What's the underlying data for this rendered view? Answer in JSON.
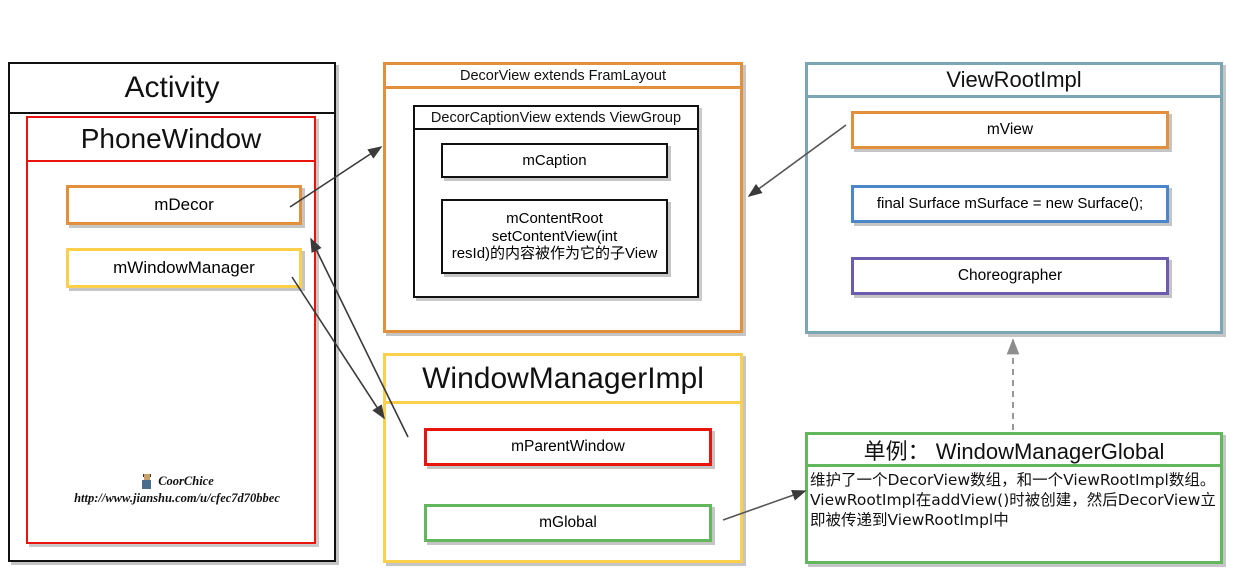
{
  "diagram": {
    "title": "Android Window Architecture Diagram",
    "background": "#ffffff"
  },
  "colors": {
    "black": "#111111",
    "red": "#e8150f",
    "orange": "#e3903c",
    "yellow": "#fccf4d",
    "green": "#62b75c",
    "teal": "#7aa7b3",
    "blue": "#4a86c8",
    "purple": "#6f5bad",
    "shadow": "#969696"
  },
  "activity": {
    "title": "Activity",
    "phone_window": {
      "title": "PhoneWindow",
      "fields": [
        {
          "label": "mDecor",
          "color": "#e3903c"
        },
        {
          "label": "mWindowManager",
          "color": "#fccf4d"
        }
      ],
      "watermark": {
        "author": "CoorChice",
        "url": "http://www.jianshu.com/u/cfec7d70bbec",
        "avatar_icon": "person-avatar-icon"
      }
    }
  },
  "decor_view": {
    "title": "DecorView extends FramLayout",
    "decor_caption_view": {
      "title": "DecorCaptionView extends ViewGroup",
      "fields": [
        {
          "label": "mCaption"
        },
        {
          "label": "mContentRoot\nsetContentView(int\nresId)的内容被作为它的子View"
        }
      ]
    }
  },
  "window_manager_impl": {
    "title": "WindowManagerImpl",
    "fields": [
      {
        "label": "mParentWindow",
        "color": "#e8150f"
      },
      {
        "label": "mGlobal",
        "color": "#62b75c"
      }
    ]
  },
  "view_root_impl": {
    "title": "ViewRootImpl",
    "fields": [
      {
        "label": "mView",
        "color": "#e3903c"
      },
      {
        "label": "final Surface mSurface = new Surface();",
        "color": "#4a86c8"
      },
      {
        "label": "Choreographer",
        "color": "#6f5bad"
      }
    ]
  },
  "window_manager_global": {
    "title": "单例： WindowManagerGlobal",
    "body": "维护了一个DecorView数组，和一个ViewRootImpl数组。\nViewRootImpl在addView()时被创建，然后DecorView立即被传递到ViewRootImpl中"
  },
  "connectors": [
    {
      "name": "mdecor-to-decorview",
      "style": "solid",
      "arrow": "end"
    },
    {
      "name": "mview-to-decorview",
      "style": "solid",
      "arrow": "end"
    },
    {
      "name": "mwindowmanager-to-wmimpl",
      "style": "solid",
      "arrow": "end"
    },
    {
      "name": "mparentwindow-to-phonewindow",
      "style": "solid",
      "arrow": "end"
    },
    {
      "name": "mglobal-to-wmglobal",
      "style": "solid",
      "arrow": "end"
    },
    {
      "name": "wmglobal-to-viewrootimpl",
      "style": "dashed",
      "arrow": "end"
    }
  ]
}
